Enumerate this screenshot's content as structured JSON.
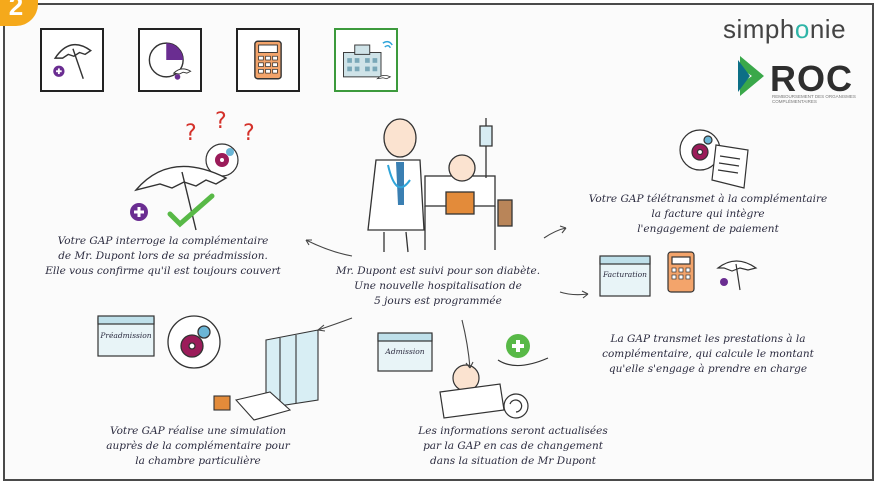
{
  "step_number": "2",
  "logo": {
    "brand": "simphonie",
    "brand_prefix": "simph",
    "brand_o": "o",
    "brand_suffix": "nie",
    "roc": "ROC",
    "roc_subtitle": "REMBOURSEMENT DES ORGANISMES COMPLÉMENTAIRES"
  },
  "tiles": [
    {
      "icon": "umbrella-plus-icon",
      "active": false
    },
    {
      "icon": "pie-chart-umbrella-icon",
      "active": false
    },
    {
      "icon": "calculator-icon",
      "active": false
    },
    {
      "icon": "hospital-wifi-icon",
      "active": true
    }
  ],
  "labels": {
    "preadmission": "Préadmission",
    "admission": "Admission",
    "facturation": "Facturation"
  },
  "texts": {
    "left_top": "Votre GAP interroge la complémentaire\nde Mr. Dupont lors de sa préadmission.\nElle vous confirme qu'il est toujours couvert",
    "center": "Mr. Dupont est suivi pour son diabète.\nUne nouvelle hospitalisation de\n5 jours est programmée",
    "right_top": "Votre GAP télétransmet à la complémentaire\nla facture qui intègre\nl'engagement de paiement",
    "right_mid": "La GAP transmet les prestations à la\ncomplémentaire, qui calcule le montant\nqu'elle s'engage à prendre en charge",
    "left_bottom": "Votre GAP réalise une simulation\nauprès de la complémentaire pour\nla chambre particulière",
    "center_bottom": "Les informations seront actualisées\npar la GAP en cas de changement\ndans la situation de Mr Dupont"
  },
  "colors": {
    "accent_orange": "#f5a91b",
    "brand_teal": "#2fb5a8",
    "roc_green": "#3aa84a",
    "plus_purple": "#6a2d91",
    "check_green": "#58b947",
    "disc_magenta": "#9b1c5a",
    "question_red": "#d4312a"
  }
}
